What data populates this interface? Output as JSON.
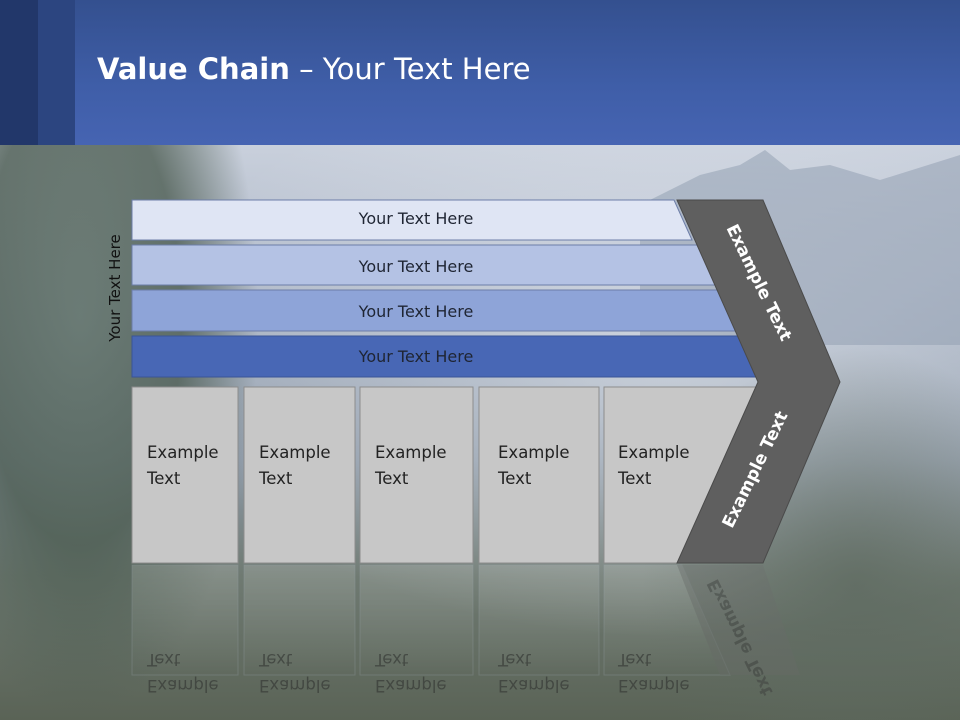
{
  "slide": {
    "title_bold": "Value Chain",
    "title_rest": " – Your Text Here"
  },
  "side_label": "Your Text Here",
  "bars": [
    {
      "label": "Your Text Here",
      "color": "#dfe5f4"
    },
    {
      "label": "Your Text Here",
      "color": "#b4c2e4"
    },
    {
      "label": "Your Text Here",
      "color": "#8ea4d8"
    },
    {
      "label": "Your Text Here",
      "color": "#4867b5"
    }
  ],
  "cells": [
    {
      "line1": "Example",
      "line2": "Text"
    },
    {
      "line1": "Example",
      "line2": "Text"
    },
    {
      "line1": "Example",
      "line2": "Text"
    },
    {
      "line1": "Example",
      "line2": "Text"
    },
    {
      "line1": "Example",
      "line2": "Text"
    }
  ],
  "chevron": {
    "top_text": "Example Text",
    "bottom_text": "Example Text",
    "color": "#5f5f5f"
  },
  "colors": {
    "header": "#3f5ea8",
    "cell_fill": "#c7c7c7"
  }
}
